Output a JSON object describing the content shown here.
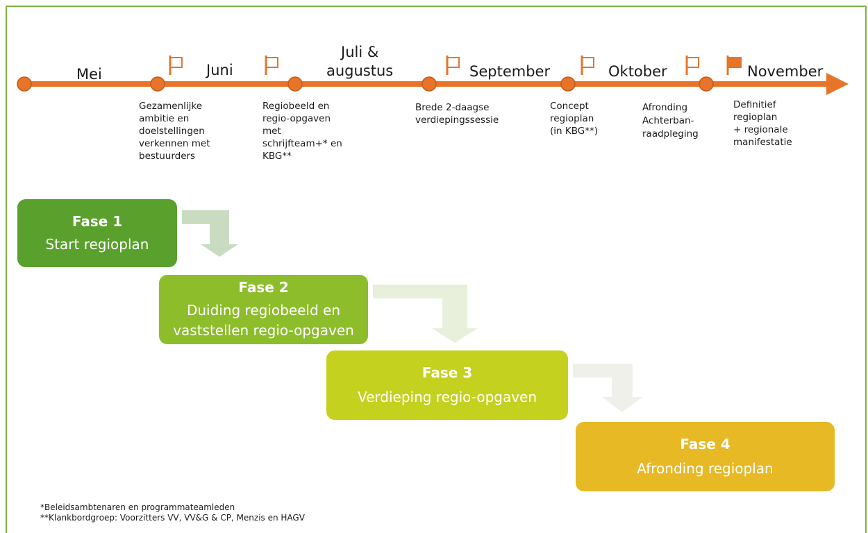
{
  "months": [
    "Mei",
    "Juni",
    "Juli &\naugustus",
    "September",
    "Oktober",
    "November"
  ],
  "milestones": [
    "Gezamenlijke\nambitie en\ndoelstellingen\nverkennen met\nbestuurders",
    "Regiobeeld en\nregio-opgaven\nmet\nschrijfteam+* en\nKBG**",
    "Brede 2-daagse\nverdiepingssessie",
    "Concept\nregioplan\n(in KBG**)",
    "Afronding\nAchterban-\nraadpleging",
    "Definitief\nregioplan\n+ regionale\nmanifestatie"
  ],
  "phases": [
    {
      "title": "Fase 1",
      "desc": "Start regioplan",
      "color": "#5aa02c"
    },
    {
      "title": "Fase 2",
      "desc": "Duiding regiobeeld en\nvaststellen regio-opgaven",
      "color": "#8dbd2b"
    },
    {
      "title": "Fase 3",
      "desc": "Verdieping regio-opgaven",
      "color": "#c5d11f"
    },
    {
      "title": "Fase 4",
      "desc": "Afronding regioplan",
      "color": "#e6b925"
    }
  ],
  "footnotes": [
    "*Beleidsambtenaren en programmateamleden",
    "**Klankbordgroep: Voorzitters VV, VV&G & CP, Menzis en HAGV"
  ],
  "colors": {
    "timeline": "#e8742a",
    "frame": "#7cb342",
    "arrow_1": "#c9dcc2",
    "arrow_2": "#e8f0dc",
    "arrow_3": "#f0f0eb"
  },
  "icons": [
    "flag-outline-icon",
    "flag-filled-icon"
  ]
}
